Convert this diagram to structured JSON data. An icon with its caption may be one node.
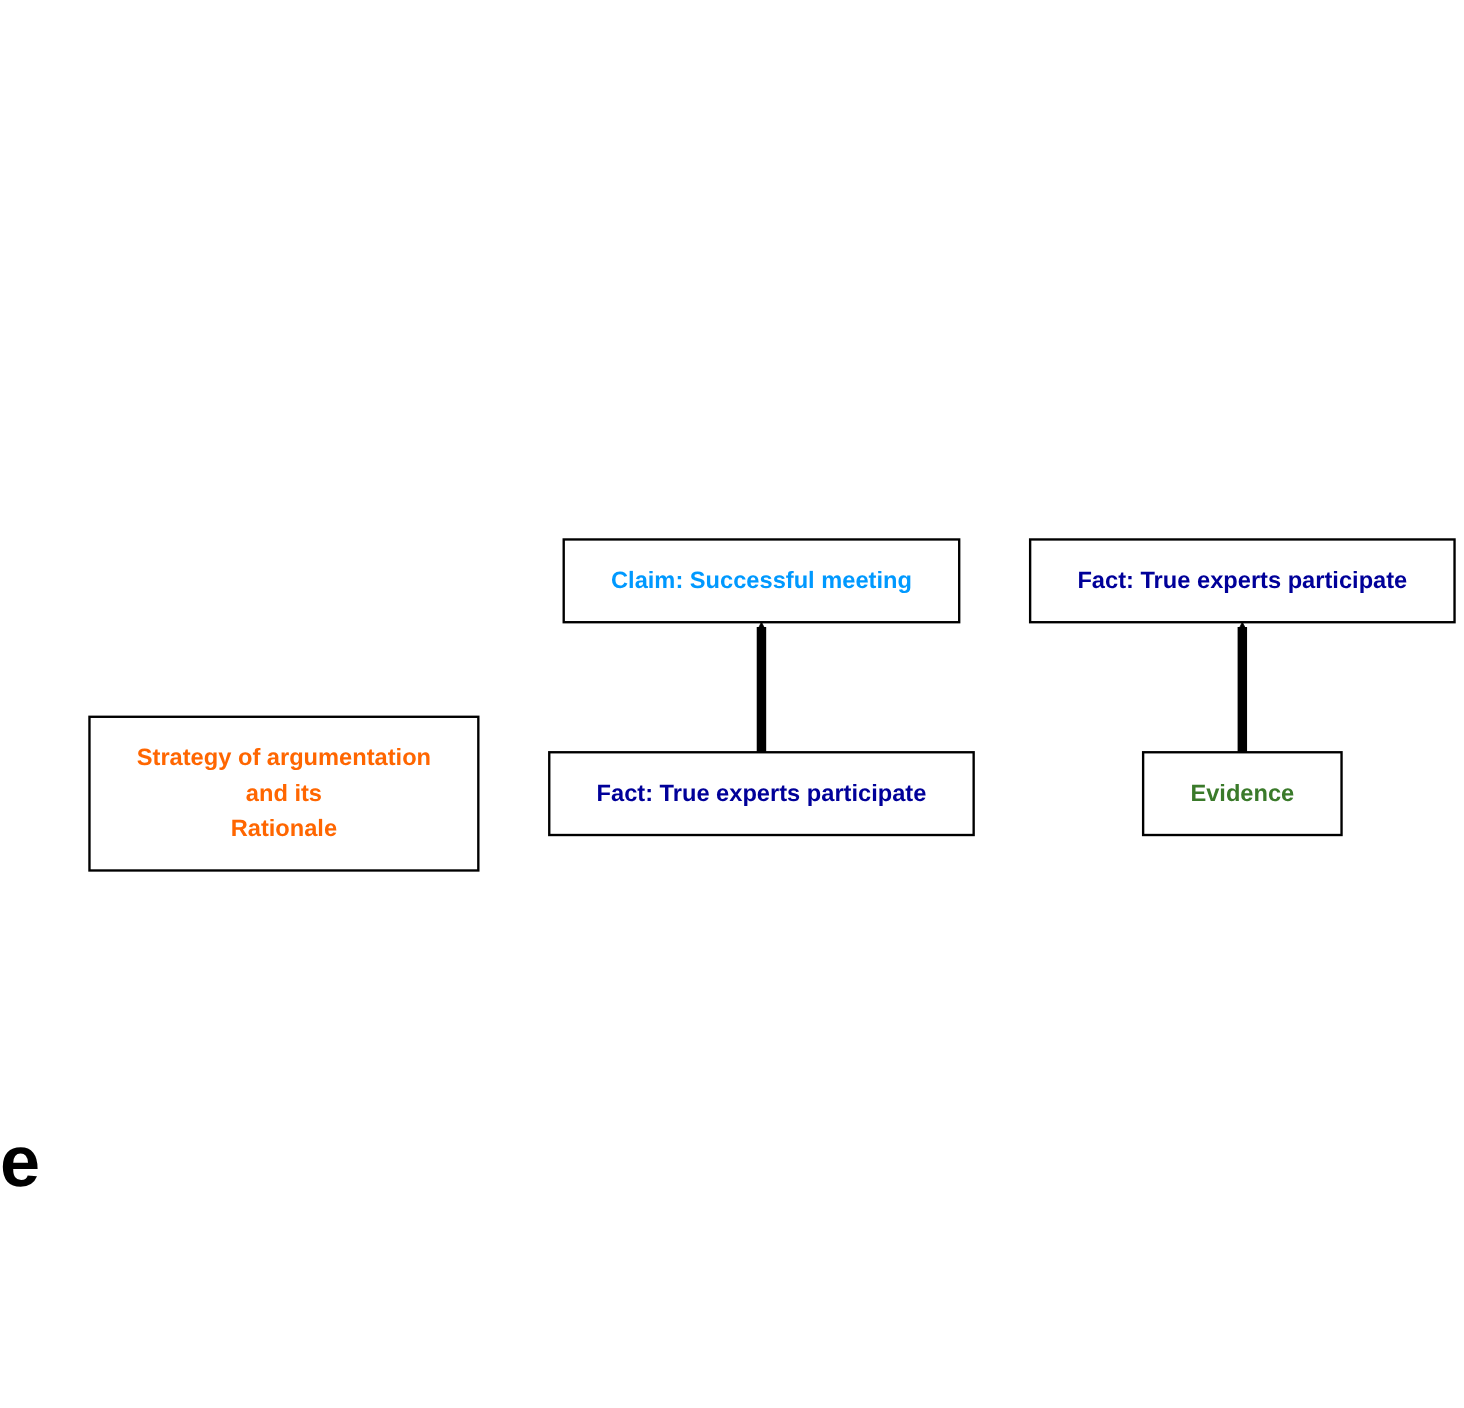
{
  "diagram": {
    "nodes": [
      {
        "text": [
          "Claim: Successful meeting"
        ]
      },
      {
        "text": [
          "Strategy of argumentation",
          "and its",
          "Rationale"
        ]
      },
      {
        "text": [
          "Fact: True  experts participate"
        ]
      },
      {
        "text": [
          "Fact: True  experts participate"
        ]
      },
      {
        "text": [
          "Evidence"
        ]
      }
    ],
    "edges": [
      {
        "from": 2,
        "to": 0,
        "arrow": "to"
      },
      {
        "from": 4,
        "to": 3,
        "arrow": "to"
      }
    ],
    "labels": [
      "e"
    ]
  }
}
